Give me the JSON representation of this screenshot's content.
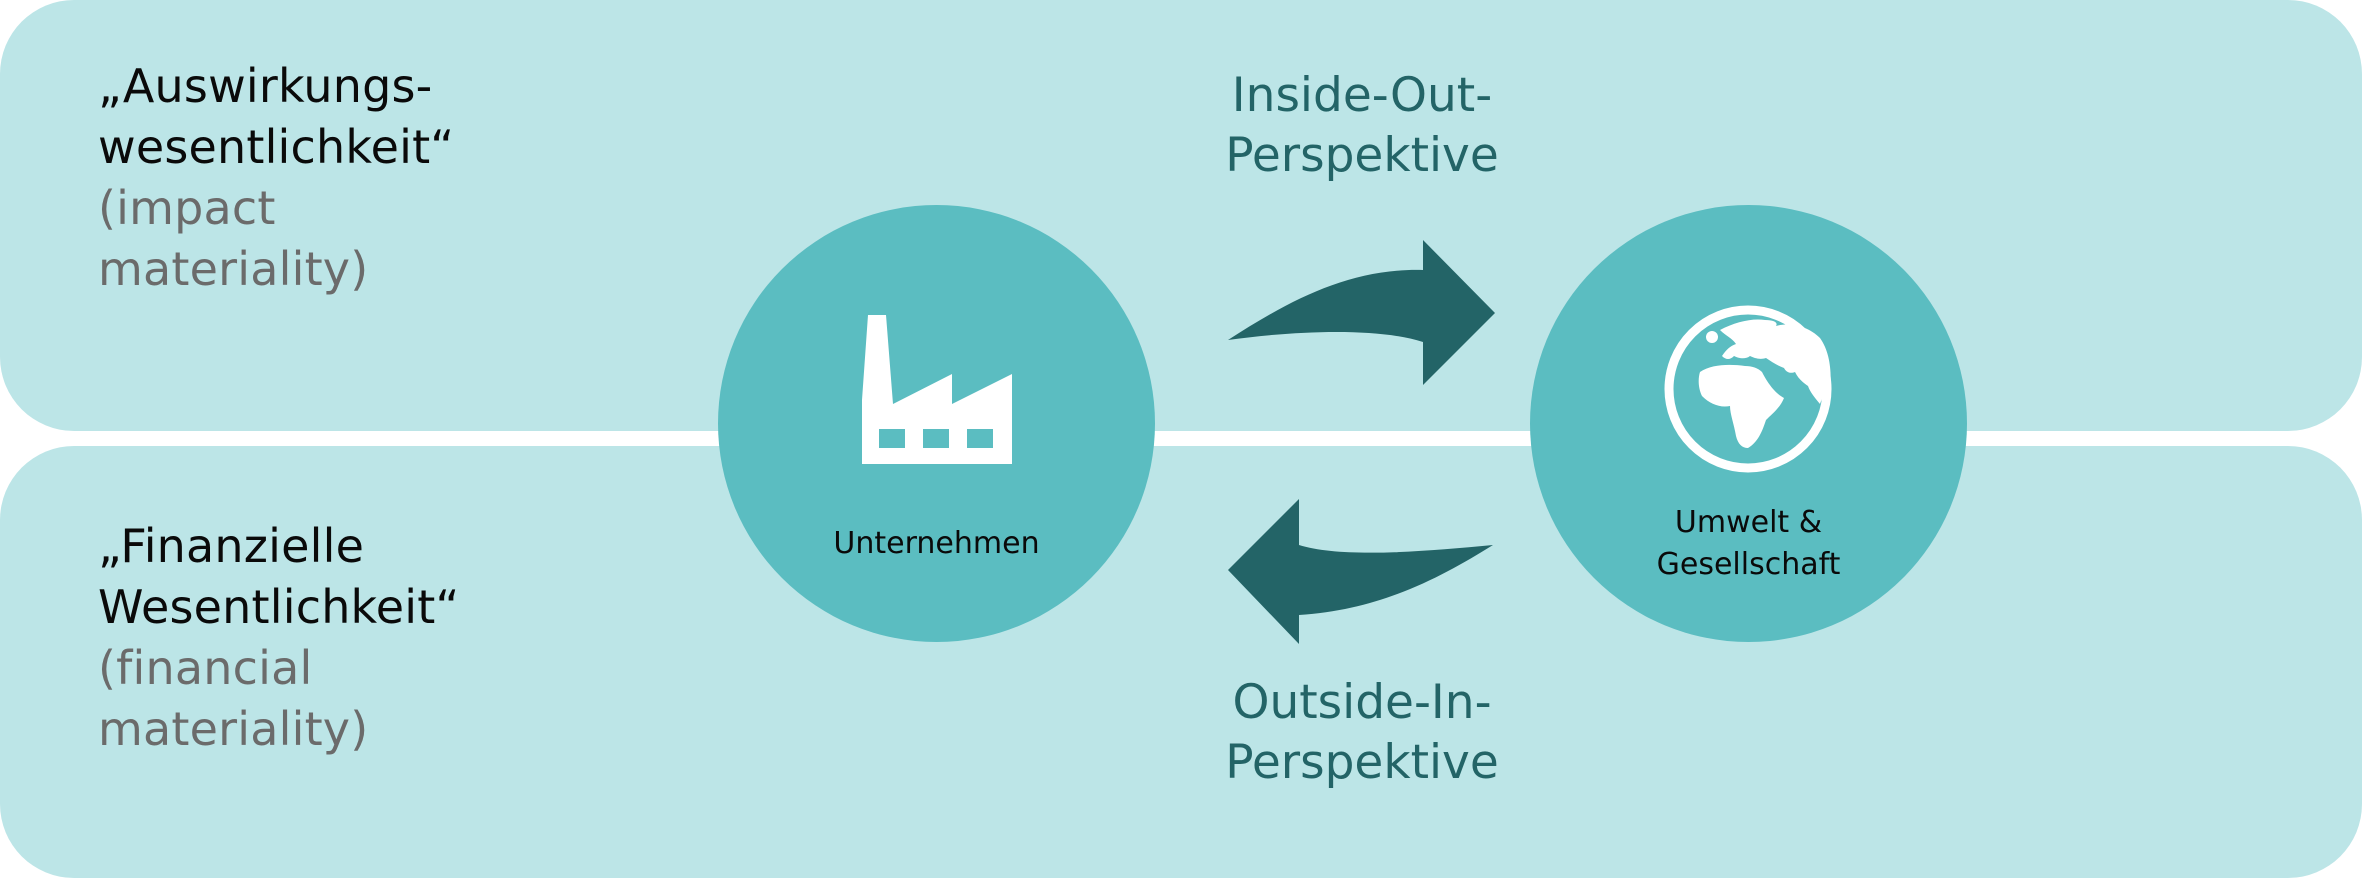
{
  "colors": {
    "band": "#bce5e7",
    "circle": "#5bbdc1",
    "arrow": "#236467",
    "perspective_text": "#236467",
    "title_text": "#0a0a0a",
    "subtitle_text": "#6b6b6b",
    "icon": "#ffffff"
  },
  "rows": [
    {
      "title_lines": [
        "„Auswirkungs-",
        "wesentlichkeit“"
      ],
      "subtitle_lines": [
        "(impact",
        "materiality)"
      ]
    },
    {
      "title_lines": [
        "„Finanzielle",
        "Wesentlichkeit“"
      ],
      "subtitle_lines": [
        "(financial",
        "materiality)"
      ]
    }
  ],
  "nodes": [
    {
      "label_lines": [
        "Unternehmen"
      ],
      "icon": "factory-icon"
    },
    {
      "label_lines": [
        "Umwelt &",
        "Gesellschaft"
      ],
      "icon": "globe-icon"
    }
  ],
  "flows": [
    {
      "label_lines": [
        "Inside-Out-",
        "Perspektive"
      ],
      "direction": "Unternehmen → Umwelt & Gesellschaft",
      "icon": "arrow-right-icon"
    },
    {
      "label_lines": [
        "Outside-In-",
        "Perspektive"
      ],
      "direction": "Umwelt & Gesellschaft → Unternehmen",
      "icon": "arrow-left-icon"
    }
  ]
}
